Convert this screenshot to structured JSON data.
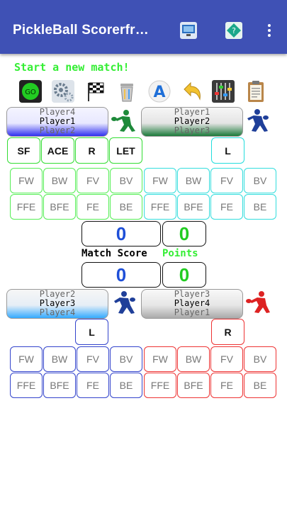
{
  "app": {
    "title": "PickleBall Scorerfr…"
  },
  "toolbar_icons": [
    "monitor-icon",
    "help-icon",
    "overflow-menu-icon"
  ],
  "start_text": "Start a new match!",
  "tools": [
    "go-button",
    "settings-gear",
    "checkered-flag",
    "trash-can",
    "font-a",
    "undo-arrow",
    "mixer-sliders",
    "clipboard"
  ],
  "tools_go_label": "GO",
  "top_team_left": {
    "lines": [
      "Player4",
      "Player1",
      "Player2"
    ]
  },
  "top_team_right": {
    "lines": [
      "Player1",
      "Player2",
      "Player3"
    ]
  },
  "bottom_team_left": {
    "lines": [
      "Player2",
      "Player3",
      "Player4"
    ]
  },
  "bottom_team_right": {
    "lines": [
      "Player3",
      "Player4",
      "Player1"
    ]
  },
  "serve_row": {
    "sf": "SF",
    "ace": "ACE",
    "r": "R",
    "let": "LET",
    "l": "L"
  },
  "shots_row1": [
    "FW",
    "BW",
    "FV",
    "BV"
  ],
  "shots_row2": [
    "FFE",
    "BFE",
    "FE",
    "BE"
  ],
  "scores": {
    "match_left": "0",
    "match_right": "0",
    "points_left": "0",
    "points_right": "0"
  },
  "labels": {
    "match_score": "Match Score",
    "points": "Points"
  },
  "bottom_side": {
    "l": "L",
    "r": "R"
  },
  "colors": {
    "appbar": "#3f51b5",
    "green": "#33ee33",
    "cyan": "#22dddd",
    "blue": "#2244cc",
    "red": "#ee3333"
  }
}
